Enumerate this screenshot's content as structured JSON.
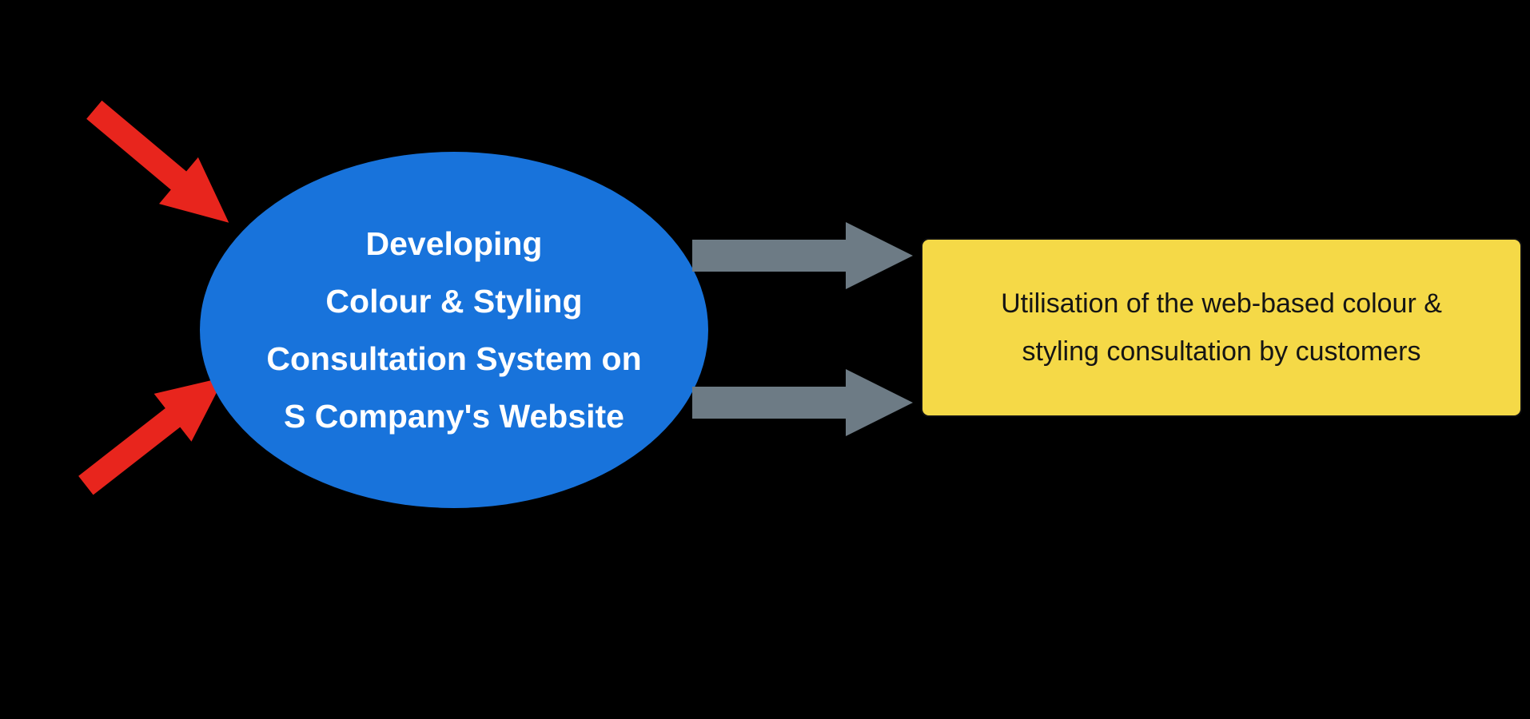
{
  "diagram": {
    "background_color": "#000000",
    "ellipse": {
      "fill_color": "#1873DB",
      "text_color": "#FFFFFF",
      "lines": [
        "Developing",
        "Colour & Styling",
        "Consultation System on",
        "S Company's Website"
      ]
    },
    "result_box": {
      "fill_color": "#F5D947",
      "text_color": "#151515",
      "lines": [
        "Utilisation of the web-based colour &",
        "styling consultation by customers"
      ]
    },
    "arrows": {
      "input_arrow_color": "#E8251D",
      "flow_arrow_color": "#6D7B85",
      "input_arrow_count": 2,
      "flow_arrow_count": 2
    }
  }
}
